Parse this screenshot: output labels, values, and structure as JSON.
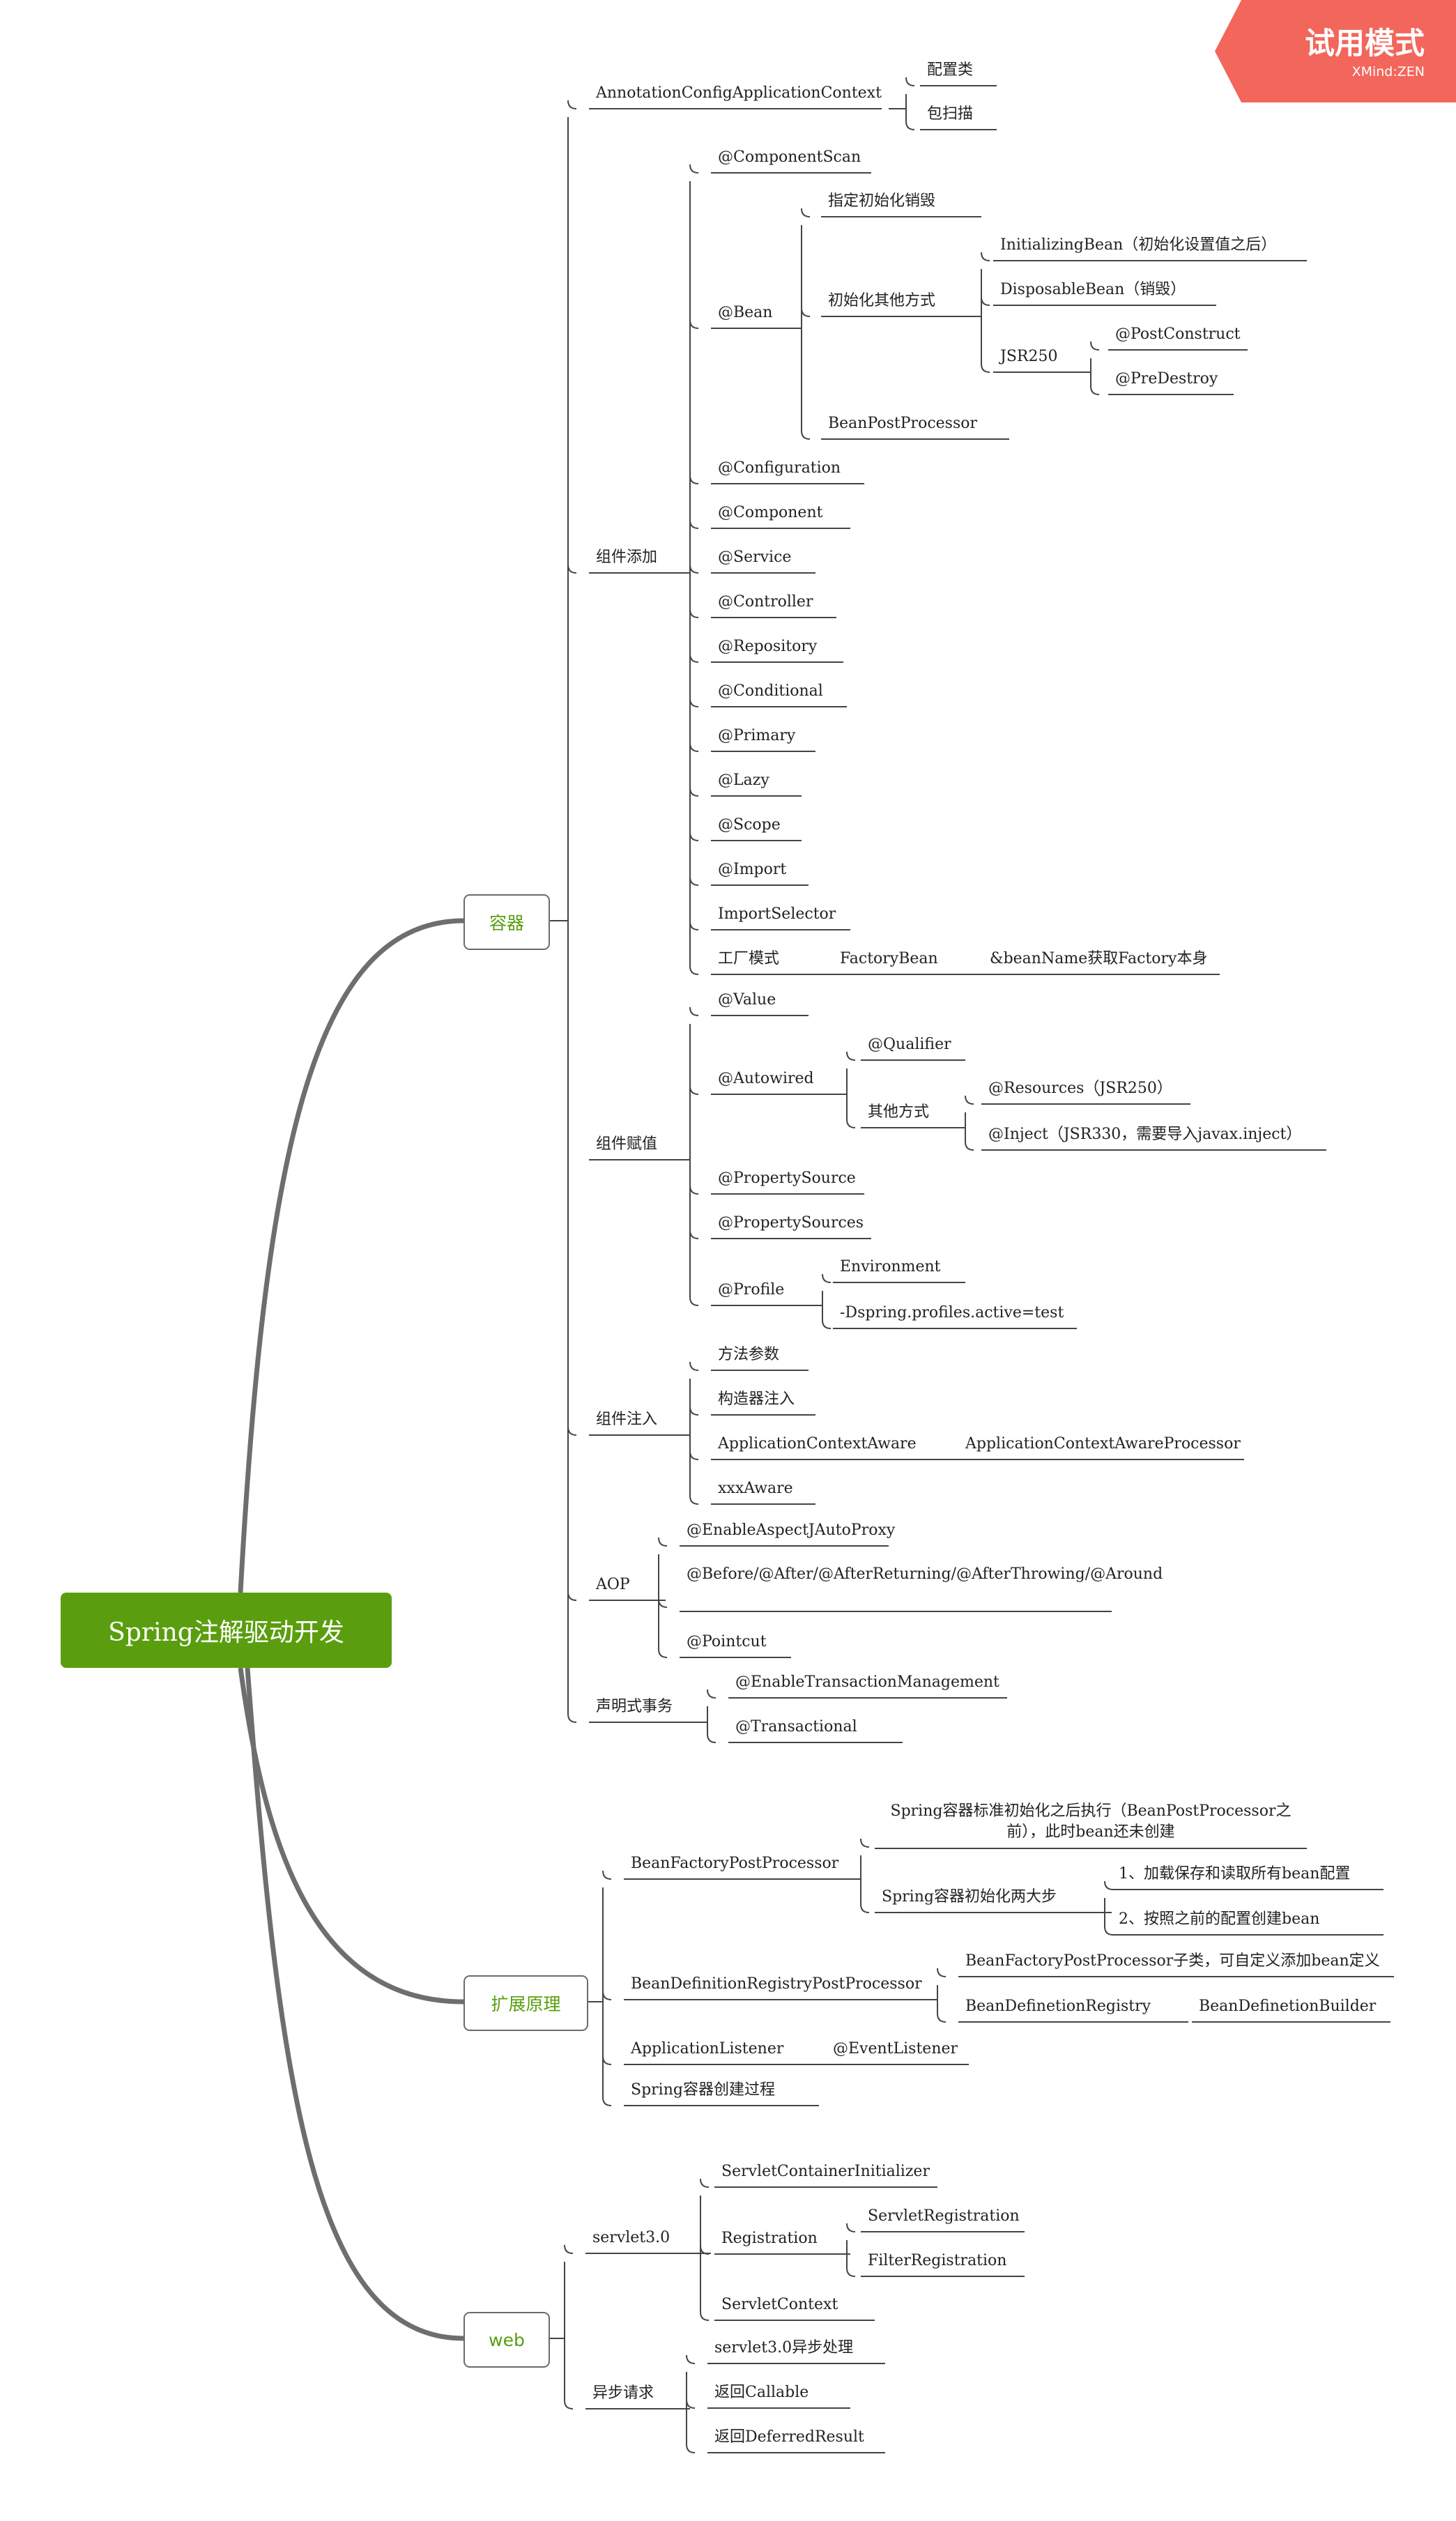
{
  "badge": {
    "trial": "试用模式",
    "brand": "XMind",
    "edition": "ZEN"
  },
  "root": "Spring注解驱动开发",
  "branches": {
    "container": "容器",
    "extension": "扩展原理",
    "web": "web"
  },
  "nodes": {
    "acac": "AnnotationConfigApplicationContext",
    "config_class": "配置类",
    "package_scan": "包扫描",
    "component_add": "组件添加",
    "component_scan": "@ComponentScan",
    "bean": "@Bean",
    "init_destroy": "指定初始化销毁",
    "init_other": "初始化其他方式",
    "initializing_bean": "InitializingBean（初始化设置值之后）",
    "disposable_bean": "DisposableBean（销毁）",
    "jsr250": "JSR250",
    "post_construct": "@PostConstruct",
    "pre_destroy": "@PreDestroy",
    "bean_post_processor": "BeanPostProcessor",
    "configuration": "@Configuration",
    "component": "@Component",
    "service": "@Service",
    "controller": "@Controller",
    "repository": "@Repository",
    "conditional": "@Conditional",
    "primary": "@Primary",
    "lazy": "@Lazy",
    "scope": "@Scope",
    "import": "@Import",
    "import_selector": "ImportSelector",
    "factory_mode": "工厂模式",
    "factory_bean": "FactoryBean",
    "bean_name": "&beanName获取Factory本身",
    "component_assign": "组件赋值",
    "value": "@Value",
    "autowired": "@Autowired",
    "qualifier": "@Qualifier",
    "other_ways": "其他方式",
    "resources": "@Resources（JSR250）",
    "inject": "@Inject（JSR330，需要导入javax.inject）",
    "property_source": "@PropertySource",
    "property_sources": "@PropertySources",
    "profile": "@Profile",
    "environment": "Environment",
    "dspring": "-Dspring.profiles.active=test",
    "component_inject": "组件注入",
    "method_param": "方法参数",
    "constructor_inject": "构造器注入",
    "aca": "ApplicationContextAware",
    "acap": "ApplicationContextAwareProcessor",
    "xxx_aware": "xxxAware",
    "aop": "AOP",
    "enable_aspectj": "@EnableAspectJAutoProxy",
    "before_after": "@Before/@After/@AfterReturning/@AfterThrowing/@Around",
    "pointcut": "@Pointcut",
    "declarative_tx": "声明式事务",
    "enable_tx": "@EnableTransactionManagement",
    "transactional": "@Transactional",
    "bfpp": "BeanFactoryPostProcessor",
    "bfpp_desc": "Spring容器标准初始化之后执行（BeanPostProcessor之前），此时bean还未创建",
    "two_steps": "Spring容器初始化两大步",
    "step1": "1、加载保存和读取所有bean配置",
    "step2": "2、按照之前的配置创建bean",
    "bdrpp": "BeanDefinitionRegistryPostProcessor",
    "bfpp_sub": "BeanFactoryPostProcessor子类，可自定义添加bean定义",
    "bdr": "BeanDefinetionRegistry",
    "bdb": "BeanDefinetionBuilder",
    "app_listener": "ApplicationListener",
    "event_listener": "@EventListener",
    "create_process": "Spring容器创建过程",
    "servlet3": "servlet3.0",
    "sci": "ServletContainerInitializer",
    "registration": "Registration",
    "servlet_registration": "ServletRegistration",
    "filter_registration": "FilterRegistration",
    "servlet_context": "ServletContext",
    "async_request": "异步请求",
    "servlet3_async": "servlet3.0异步处理",
    "return_callable": "返回Callable",
    "return_deferred": "返回DeferredResult"
  }
}
